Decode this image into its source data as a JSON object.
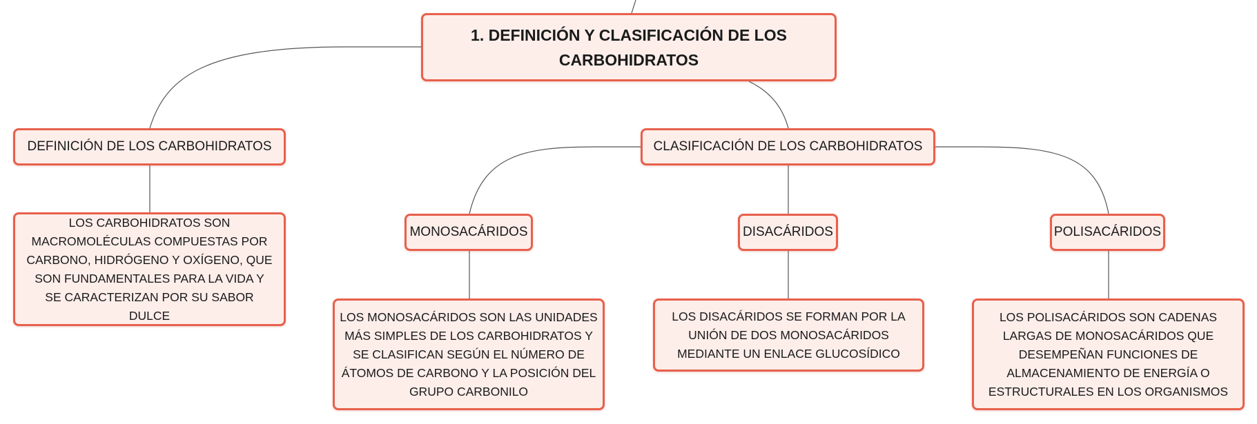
{
  "mindmap": {
    "root": {
      "title": "1. DEFINICIÓN Y CLASIFICACIÓN DE LOS CARBOHIDRATOS"
    },
    "definition": {
      "label": "DEFINICIÓN DE LOS CARBOHIDRATOS",
      "detail": "LOS CARBOHIDRATOS SON MACROMOLÉCULAS COMPUESTAS POR CARBONO, HIDRÓGENO Y OXÍGENO, QUE SON FUNDAMENTALES PARA LA VIDA Y SE CARACTERIZAN POR SU SABOR DULCE"
    },
    "classification": {
      "label": "CLASIFICACIÓN DE LOS CARBOHIDRATOS",
      "monosaccharides": {
        "label": "MONOSACÁRIDOS",
        "detail": "LOS MONOSACÁRIDOS SON LAS UNIDADES MÁS SIMPLES DE LOS CARBOHIDRATOS Y SE CLASIFICAN SEGÚN EL NÚMERO DE ÁTOMOS DE CARBONO Y LA POSICIÓN DEL GRUPO CARBONILO"
      },
      "disaccharides": {
        "label": "DISACÁRIDOS",
        "detail": "LOS DISACÁRIDOS SE FORMAN POR LA UNIÓN DE DOS MONOSACÁRIDOS MEDIANTE UN ENLACE GLUCOSÍDICO"
      },
      "polysaccharides": {
        "label": "POLISACÁRIDOS",
        "detail": "LOS POLISACÁRIDOS SON CADENAS LARGAS DE MONOSACÁRIDOS QUE DESEMPEÑAN FUNCIONES DE ALMACENAMIENTO DE ENERGÍA O ESTRUCTURALES EN LOS ORGANISMOS"
      }
    }
  },
  "colors": {
    "node_border": "#e8604c",
    "node_fill": "#fdeeea",
    "connector": "#555555"
  }
}
